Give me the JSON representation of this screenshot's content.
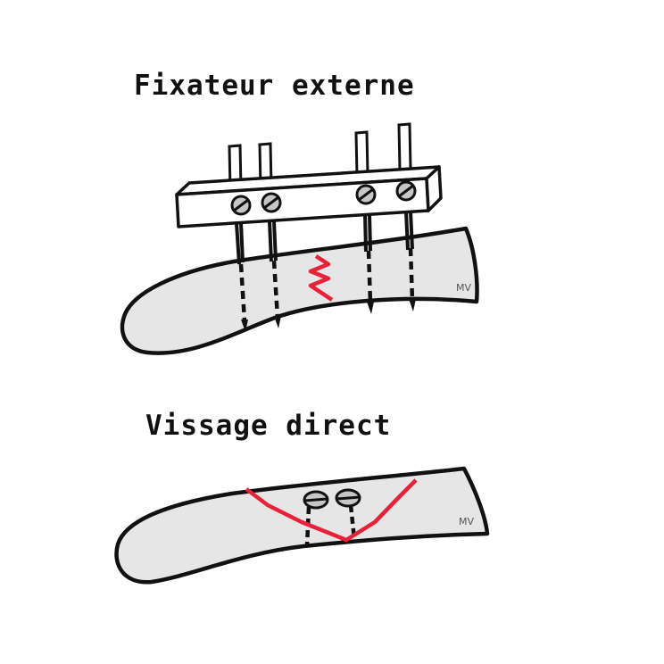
{
  "sections": [
    {
      "title": "Fixateur externe",
      "signature": "MV"
    },
    {
      "title": "Vissage direct",
      "signature": "MV"
    }
  ],
  "colors": {
    "bone": "#e6e6e6",
    "outline": "#111111",
    "fracture": "#e8203a",
    "screw": "#c7c7c7"
  }
}
